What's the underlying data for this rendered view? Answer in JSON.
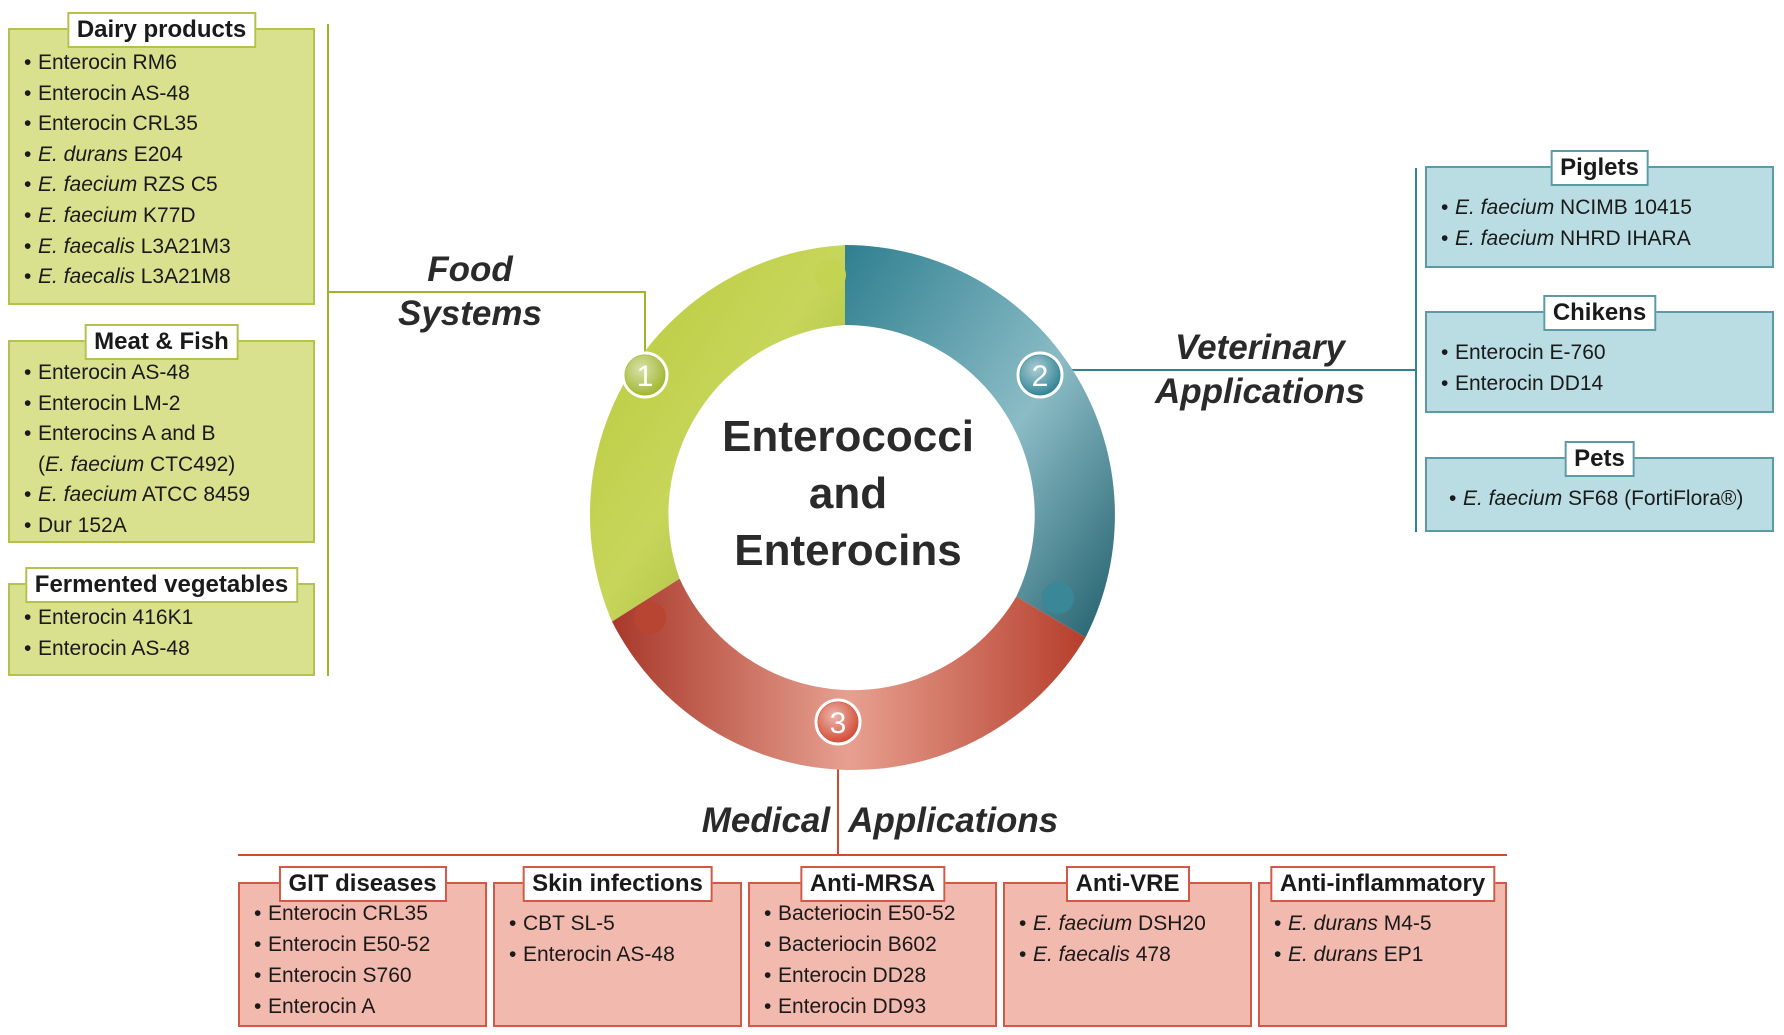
{
  "center": {
    "line1": "Enterococci",
    "line2": "and",
    "line3": "Enterocins"
  },
  "colors": {
    "food": "#9fb52c",
    "vet": "#2f8294",
    "med": "#d04a32"
  },
  "sections": {
    "food": {
      "number": "1",
      "label_line1": "Food",
      "label_line2": "Systems",
      "boxes": [
        {
          "title": "Dairy products",
          "items": [
            {
              "sp": "",
              "text": "Enterocin RM6"
            },
            {
              "sp": "",
              "text": "Enterocin AS-48"
            },
            {
              "sp": "",
              "text": "Enterocin CRL35"
            },
            {
              "sp": "E. durans",
              "text": " E204"
            },
            {
              "sp": "E. faecium",
              "text": " RZS C5"
            },
            {
              "sp": "E. faecium",
              "text": " K77D"
            },
            {
              "sp": "E. faecalis",
              "text": " L3A21M3"
            },
            {
              "sp": "E. faecalis",
              "text": " L3A21M8"
            }
          ]
        },
        {
          "title": "Meat & Fish",
          "items": [
            {
              "sp": "",
              "text": "Enterocin AS-48"
            },
            {
              "sp": "",
              "text": "Enterocin LM-2"
            },
            {
              "sp": "",
              "text": "Enterocins A and B"
            },
            {
              "pre": "(",
              "sp": "E. faecium",
              "text": " CTC492)",
              "indent": true
            },
            {
              "sp": "E. faecium",
              "text": " ATCC 8459"
            },
            {
              "sp": "",
              "text": "Dur 152A"
            }
          ]
        },
        {
          "title": "Fermented vegetables",
          "items": [
            {
              "sp": "",
              "text": "Enterocin 416K1"
            },
            {
              "sp": "",
              "text": "Enterocin AS-48"
            }
          ]
        }
      ]
    },
    "vet": {
      "number": "2",
      "label_line1": "Veterinary",
      "label_line2": "Applications",
      "boxes": [
        {
          "title": "Piglets",
          "items": [
            {
              "sp": "E. faecium",
              "text": " NCIMB 10415"
            },
            {
              "sp": "E. faecium",
              "text": " NHRD IHARA"
            }
          ]
        },
        {
          "title": "Chikens",
          "items": [
            {
              "sp": "",
              "text": "Enterocin E-760"
            },
            {
              "sp": "",
              "text": "Enterocin DD14"
            }
          ]
        },
        {
          "title": "Pets",
          "items": [
            {
              "sp": "E. faecium",
              "text": " SF68 (FortiFlora®)"
            }
          ]
        }
      ]
    },
    "med": {
      "number": "3",
      "label": "Medical  Applications",
      "boxes": [
        {
          "title": "GIT diseases",
          "items": [
            {
              "sp": "",
              "text": "Enterocin CRL35"
            },
            {
              "sp": "",
              "text": "Enterocin E50-52"
            },
            {
              "sp": "",
              "text": "Enterocin S760"
            },
            {
              "sp": "",
              "text": "Enterocin A"
            }
          ]
        },
        {
          "title": "Skin infections",
          "items": [
            {
              "sp": "",
              "text": "CBT SL-5"
            },
            {
              "sp": "",
              "text": "Enterocin AS-48"
            }
          ]
        },
        {
          "title": "Anti-MRSA",
          "items": [
            {
              "sp": "",
              "text": "Bacteriocin E50-52"
            },
            {
              "sp": "",
              "text": "Bacteriocin B602"
            },
            {
              "sp": "",
              "text": "Enterocin DD28"
            },
            {
              "sp": "",
              "text": "Enterocin DD93"
            }
          ]
        },
        {
          "title": "Anti-VRE",
          "items": [
            {
              "sp": "E. faecium",
              "text": " DSH20"
            },
            {
              "sp": "E. faecalis",
              "text": " 478"
            }
          ]
        },
        {
          "title": "Anti-inflammatory",
          "items": [
            {
              "sp": "E. durans",
              "text": " M4-5"
            },
            {
              "sp": "E. durans",
              "text": " EP1"
            }
          ]
        }
      ]
    }
  }
}
